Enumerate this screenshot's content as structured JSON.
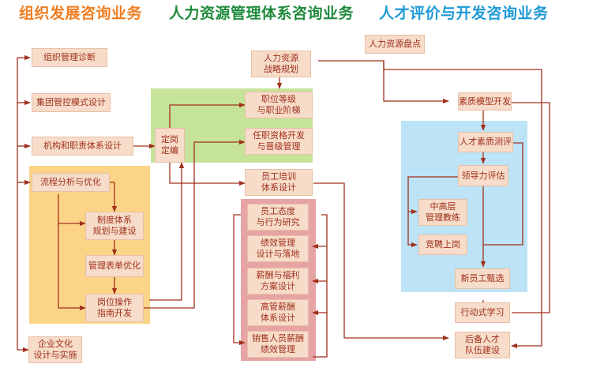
{
  "headers": {
    "org": "组织发展咨询业务",
    "hr": "人力资源管理体系咨询业务",
    "talent": "人才评价与开发咨询业务"
  },
  "colors": {
    "org_title": "#ef7d20",
    "hr_title": "#1f8a3c",
    "talent_title": "#1e9ad6",
    "box_fill": "#f6dcc9",
    "box_text": "#a0301c",
    "line": "#a0301c",
    "zone_orange": "#fcd488",
    "zone_green": "#c6e39a",
    "zone_blue": "#bde3f7",
    "zone_pink": "#e6a4a4"
  },
  "left": {
    "diag": "组织管理诊断",
    "group": "集团管控模式设计",
    "org_struct": "机构和职责体系设计",
    "process": "流程分析与优化",
    "system": "制度体系\n规划与建设",
    "forms": "管理表单优化",
    "post_guide": "岗位操作\n指南开发",
    "culture": "企业文化\n设计与实施"
  },
  "center": {
    "dinggang": "定岗\n定编",
    "strategy": "人力资源\n战略规划",
    "grade": "职位等级\n与职业阶梯",
    "qualification": "任职资格开发\n与晋级管理",
    "training": "员工培训\n体系设计",
    "attitude": "员工态度\n与行为研究",
    "performance": "绩效管理\n设计与落地",
    "compensation": "薪酬与福利\n方案设计",
    "exec_pay": "高管薪酬\n体系设计",
    "sales_pay": "销售人员薪酬\n绩效管理"
  },
  "right": {
    "inventory": "人力资源盘点",
    "competency_model": "素质模型开发",
    "competency_eval": "人才素质测评",
    "leadership": "领导力评估",
    "mid_mgmt": "中高层\n管理教练",
    "competition": "竞聘上岗",
    "new_hire": "新员工甄选",
    "action_learning": "行动式学习",
    "reserve": "后备人才\n队伍建设"
  }
}
